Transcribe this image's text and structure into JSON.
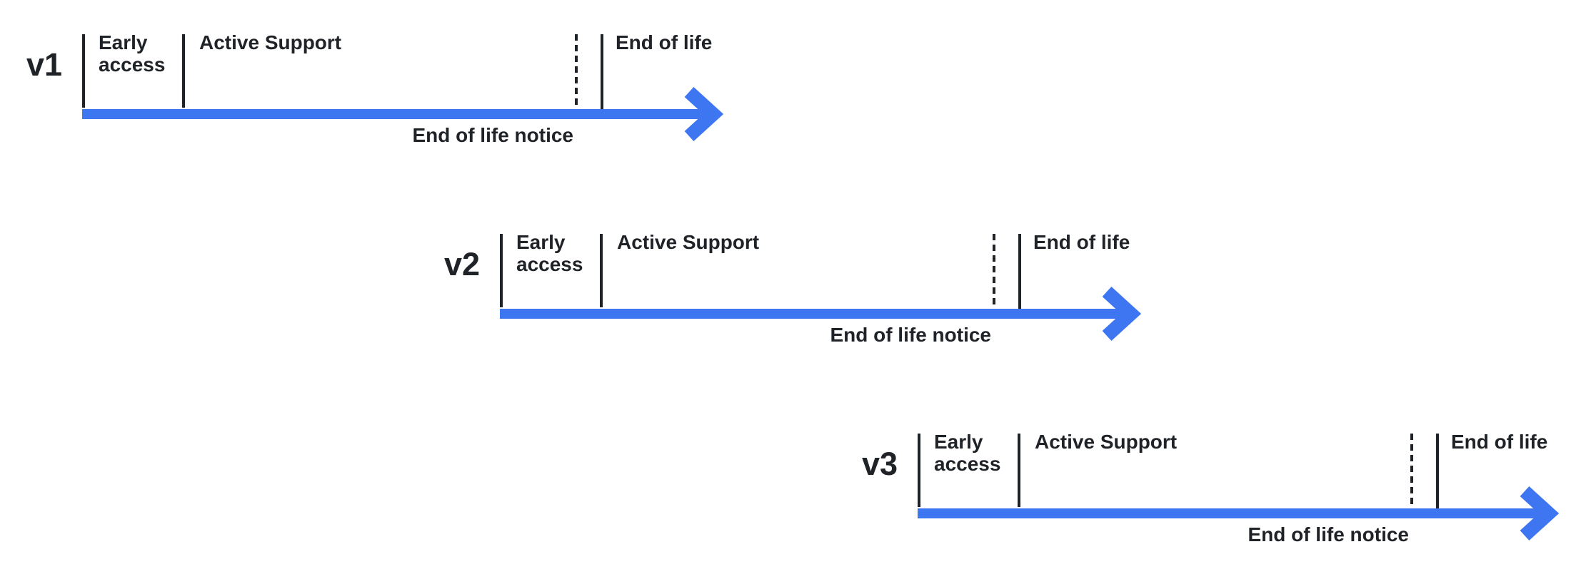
{
  "colors": {
    "arrow_blue": "#3E76F2",
    "text_dark": "#1F2328"
  },
  "timelines": [
    {
      "version": "v1",
      "labels": {
        "early_access": "Early access",
        "active_support": "Active Support",
        "end_of_life": "End of life",
        "notice": "End of life notice"
      }
    },
    {
      "version": "v2",
      "labels": {
        "early_access": "Early access",
        "active_support": "Active Support",
        "end_of_life": "End of life",
        "notice": "End of life notice"
      }
    },
    {
      "version": "v3",
      "labels": {
        "early_access": "Early access",
        "active_support": "Active Support",
        "end_of_life": "End of life",
        "notice": "End of life notice"
      }
    }
  ]
}
